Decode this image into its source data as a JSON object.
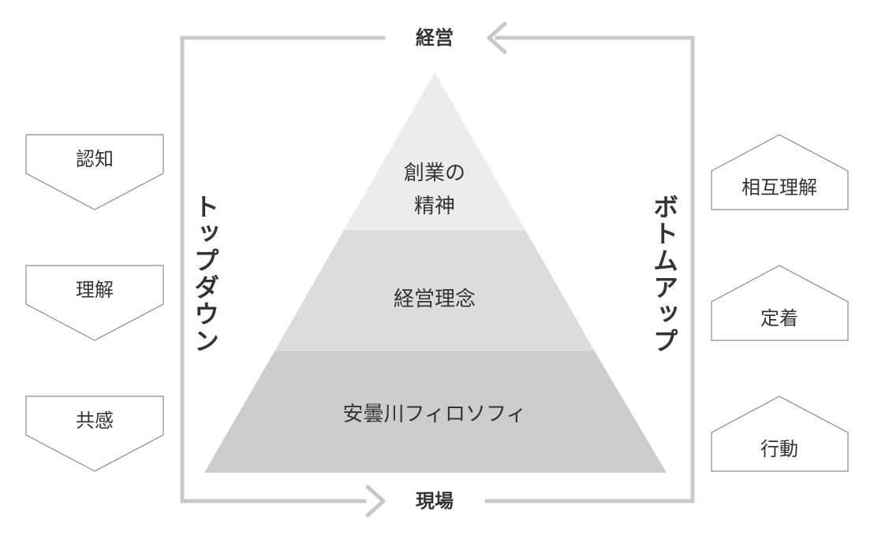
{
  "top_label": "経営",
  "bottom_label": "現場",
  "left_vertical": "トップダウン",
  "right_vertical": "ボトムアップ",
  "pyramid": {
    "top_line1": "創業の",
    "top_line2": "精神",
    "middle": "経営理念",
    "bottom": "安曇川フィロソフィ"
  },
  "left_steps": [
    "認知",
    "理解",
    "共感"
  ],
  "right_steps": [
    "相互理解",
    "定着",
    "行動"
  ],
  "colors": {
    "frame": "#c8c8c8",
    "tier_top": "#ececec",
    "tier_middle": "#dcdcdc",
    "tier_bottom": "#cccccc",
    "box_stroke": "#8a8a8a",
    "text": "#333333"
  }
}
